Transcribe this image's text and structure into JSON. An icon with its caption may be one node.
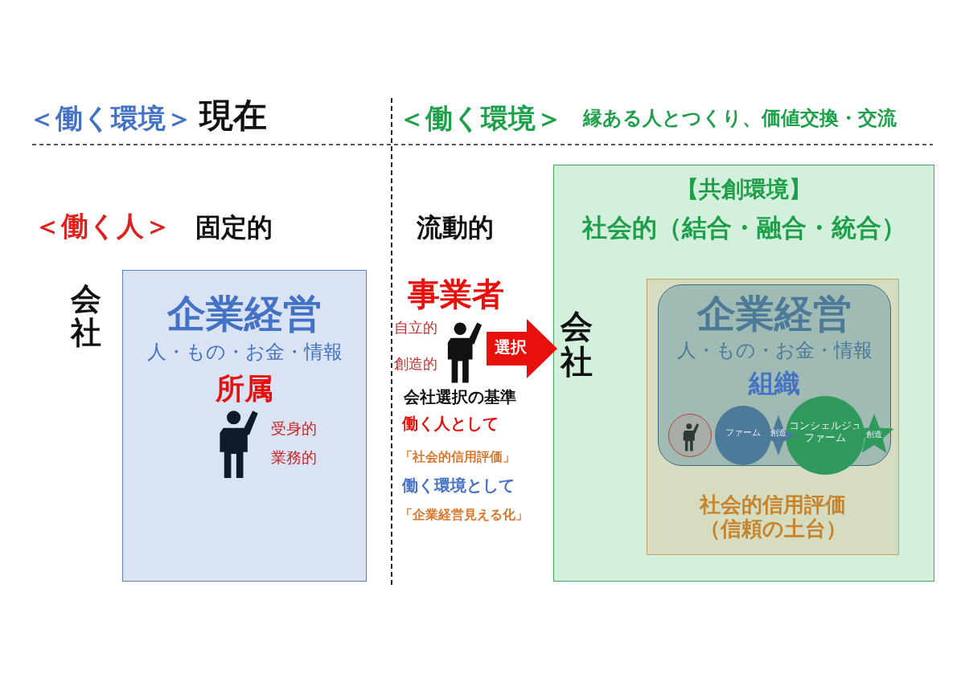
{
  "diagram": {
    "nodes": [
      {
        "text": [
          "企業経営",
          "人・もの・お金・情報",
          "所属",
          "受身的",
          "業務的"
        ],
        "beside": [
          "会社"
        ]
      },
      {
        "text": [
          "【共創環境】",
          "社会的（結合・融合・統合）"
        ]
      },
      {
        "text": [
          "会社"
        ],
        "in": 1
      },
      {
        "text": [
          "社会的信用評価（信頼の土台）"
        ],
        "in": 1
      },
      {
        "text": [
          "企業経営",
          "人・もの・お金・情報",
          "組織"
        ],
        "in": 3
      },
      {
        "text": [],
        "shape": "circle",
        "in": 4
      },
      {
        "text": [
          "ファーム"
        ],
        "in": 4
      },
      {
        "text": [
          "創造"
        ],
        "in": 4
      },
      {
        "text": [
          "コンシェルジュファーム"
        ],
        "in": 4
      },
      {
        "text": [
          "創造"
        ],
        "in": 4
      }
    ],
    "edges": [
      {
        "from": null,
        "to": 2,
        "arrow": "to",
        "label": "選択"
      }
    ],
    "labels": [
      "＜働く環境＞",
      "現在",
      "＜働く環境＞",
      "縁ある人とつくり、価値交換・交流",
      "＜働く人＞",
      "固定的",
      "流動的",
      "事業者",
      "自立的",
      "創造的",
      "会社選択の基準",
      "働く人として",
      "「社会的信用評価」",
      "働く環境として",
      "「企業経営見える化」"
    ]
  }
}
